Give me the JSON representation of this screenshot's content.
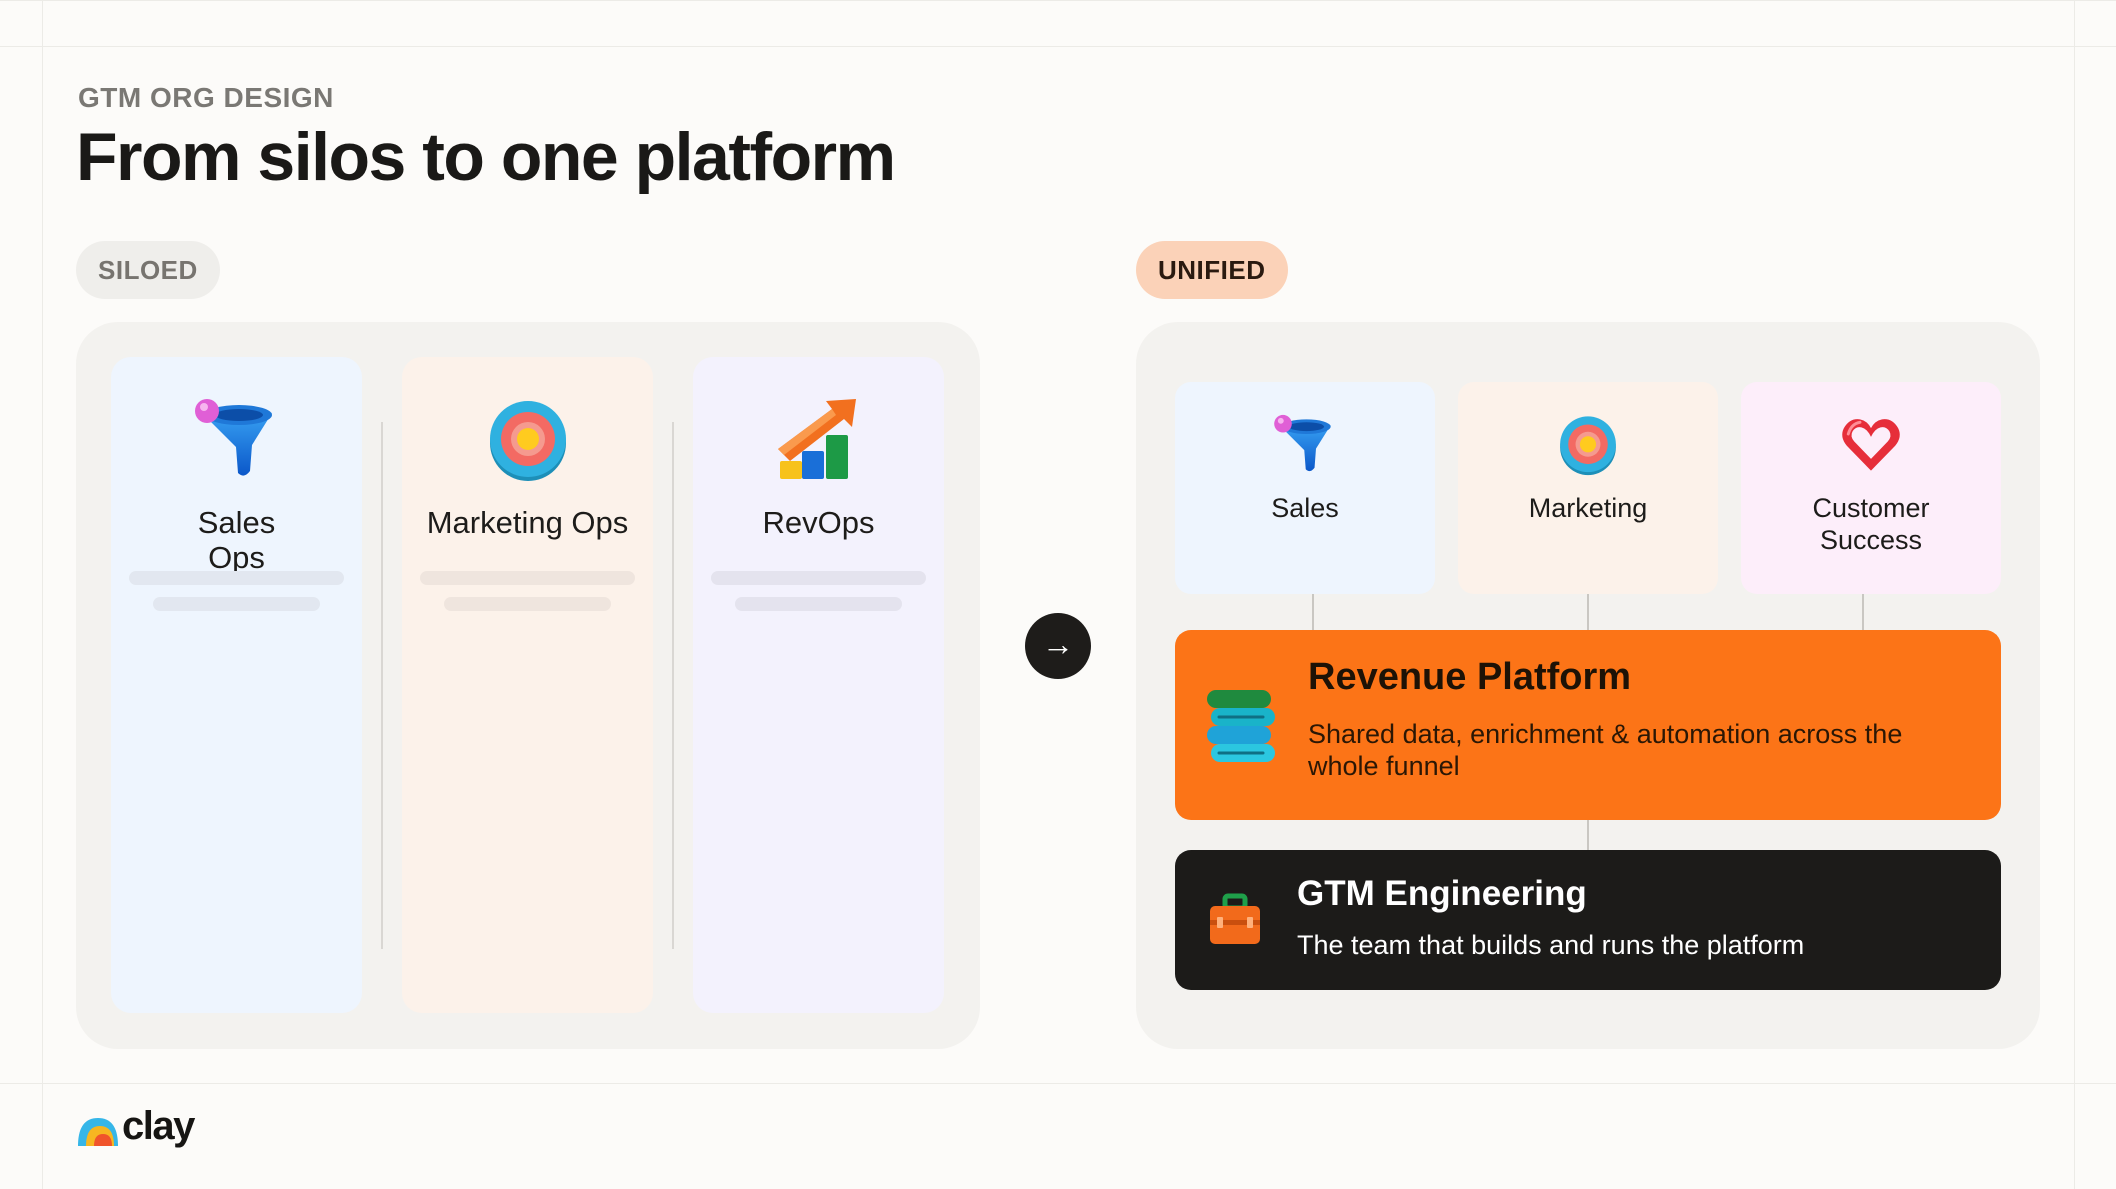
{
  "header": {
    "eyebrow": "GTM ORG DESIGN",
    "title": "From silos to one platform"
  },
  "siloed": {
    "pill_label": "SILOED",
    "columns": [
      {
        "label": "Sales\nOps",
        "icon": "funnel-icon",
        "bg": "#eef5fe",
        "bar": "#e2e7f0"
      },
      {
        "label": "Marketing Ops",
        "icon": "target-icon",
        "bg": "#fcf2ea",
        "bar": "#efe5de"
      },
      {
        "label": "RevOps",
        "icon": "growth-chart-icon",
        "bg": "#f3f2fd",
        "bar": "#e4e3ee"
      }
    ]
  },
  "transition": {
    "icon": "right-arrow-icon",
    "glyph": "→"
  },
  "unified": {
    "pill_label": "UNIFIED",
    "teams": [
      {
        "label": "Sales",
        "icon": "funnel-icon",
        "bg": "#eef5fe"
      },
      {
        "label": "Marketing",
        "icon": "target-icon",
        "bg": "#fcf2ea"
      },
      {
        "label": "Customer\nSuccess",
        "icon": "heart-icon",
        "bg": "#fdeefa"
      }
    ],
    "platform": {
      "title": "Revenue Platform",
      "description": "Shared data, enrichment & automation across the whole funnel",
      "icon": "stacked-layers-icon",
      "color": "#fc7417"
    },
    "engineering": {
      "title": "GTM Engineering",
      "description": "The team that builds and runs the platform",
      "icon": "toolbox-icon",
      "color": "#1c1b19"
    }
  },
  "footer": {
    "logo_text": "clay",
    "logo_icon": "clay-logo-icon"
  }
}
